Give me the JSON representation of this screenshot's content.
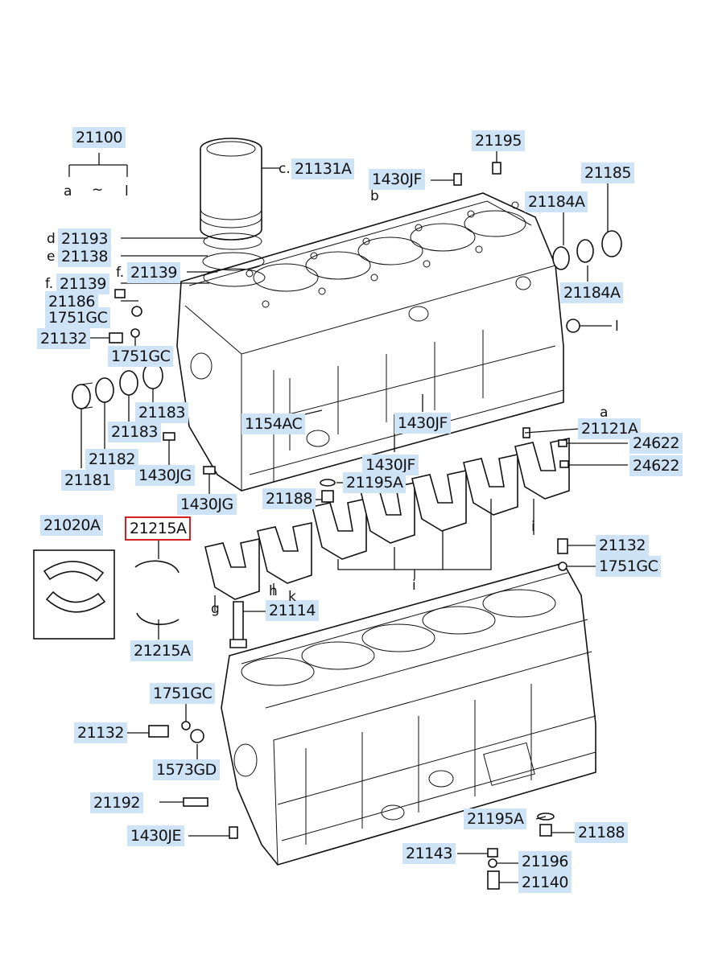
{
  "labels": {
    "p21100": "21100",
    "p21131A": "21131A",
    "p21193": "21193",
    "p21138": "21138",
    "p21139a": "21139",
    "p21139b": "21139",
    "p21186": "21186",
    "p1751GC_a": "1751GC",
    "p21132_a": "21132",
    "p1751GC_b": "1751GC",
    "p21183_a": "21183",
    "p21183_b": "21183",
    "p21182": "21182",
    "p21181": "21181",
    "p1430JG_a": "1430JG",
    "p1430JG_b": "1430JG",
    "p1154AC": "1154AC",
    "p1430JF_a": "1430JF",
    "p1430JF_b": "1430JF",
    "p1430JF_c": "1430JF",
    "p21195_top": "21195",
    "p21185": "21185",
    "p21184A_a": "21184A",
    "p21184A_b": "21184A",
    "p21121A": "21121A",
    "p24622_a": "24622",
    "p24622_b": "24622",
    "p21195A_a": "21195A",
    "p21188_a": "21188",
    "p21020A": "21020A",
    "p21215A_sel": "21215A",
    "p21215A": "21215A",
    "p21114": "21114",
    "p21132_b": "21132",
    "p1751GC_c": "1751GC",
    "p1751GC_d": "1751GC",
    "p21132_c": "21132",
    "p1573GD": "1573GD",
    "p21192": "21192",
    "p1430JE": "1430JE",
    "p21195A_b": "21195A",
    "p21188_b": "21188",
    "p21143": "21143",
    "p21196": "21196",
    "p21140": "21140"
  },
  "letters": {
    "a_top": "a",
    "tilde": "~",
    "l_top": "l",
    "c": "c.",
    "d": "d",
    "e": "e",
    "f1": "f.",
    "f2": "f.",
    "b": "b",
    "l_right": "l",
    "a_right": "a",
    "i1": "i",
    "i2": "i",
    "g": "g",
    "h": "h",
    "k": "k"
  },
  "colors": {
    "label_bg": "#cfe3f7",
    "selected_border": "#d42020",
    "ink": "#111111"
  },
  "selected_label": "21215A"
}
